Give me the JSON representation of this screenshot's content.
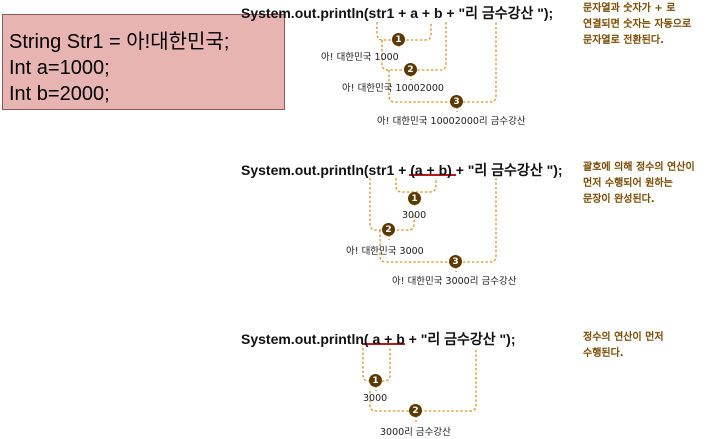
{
  "code_box": {
    "lines": [
      "String Str1 = 아!대한민국;",
      "Int a=1000;",
      "Int  b=2000;"
    ]
  },
  "example1": {
    "statement": "System.out.println(str1 + a + b + \"리 금수강산 \");",
    "steps": [
      {
        "badge": "1",
        "result": "아! 대한민국 1000"
      },
      {
        "badge": "2",
        "result": "아! 대한민국 10002000"
      },
      {
        "badge": "3",
        "result": "아! 대한민국 10002000리 금수강산"
      }
    ],
    "note": [
      "문자열과 숫자가 + 로",
      "연결되면 숫자는 자동으로",
      "문자열로 전환된다."
    ]
  },
  "example2": {
    "statement": "System.out.println(str1 + (a + b) + \"리 금수강산 \");",
    "steps": [
      {
        "badge": "1",
        "result": "3000"
      },
      {
        "badge": "2",
        "result": "아! 대한민국 3000"
      },
      {
        "badge": "3",
        "result": "아! 대한민국 3000리 금수강산"
      }
    ],
    "note": [
      "괄호에 의해 정수의 연산이",
      "먼저 수행되어 원하는",
      "문장이 완성된다."
    ]
  },
  "example3": {
    "statement": "System.out.println( a + b + \"리 금수강산 \");",
    "steps": [
      {
        "badge": "1",
        "result": "3000"
      },
      {
        "badge": "2",
        "result": "3000리 금수강산"
      }
    ],
    "note": [
      "정수의 연산이 먼저",
      "수행된다."
    ]
  },
  "colors": {
    "box_fill": "#e8b4b2",
    "bracket": "#d4962a",
    "badge": "#5a3a00",
    "note_text": "#7a4a00",
    "underline": "#c0161c"
  }
}
